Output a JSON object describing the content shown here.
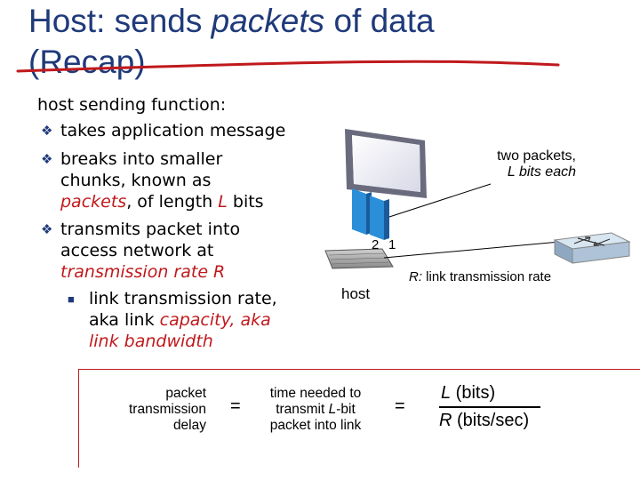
{
  "title": {
    "line1_a": "Host: sends ",
    "line1_b": "packets",
    "line1_c": " of data",
    "line2": "(Recap)"
  },
  "bullets": {
    "intro": "host sending function:",
    "b1": "takes application message",
    "b2_l1": "breaks into smaller",
    "b2_l2": "chunks, known as",
    "b2_l3a": "packets",
    "b2_l3b": ", of length ",
    "b2_l3c": "L",
    "b2_l3d": " bits",
    "b3_l1": "transmits packet into",
    "b3_l2": "access network at",
    "b3_l3": "transmission rate R",
    "sub_l1": "link transmission rate,",
    "sub_l2a": "aka link ",
    "sub_l2b": "capacity, aka",
    "sub_l3": "link bandwidth"
  },
  "diagram": {
    "packets_label_l1": "two packets,",
    "packets_label_l2": "L bits each",
    "num2": "2",
    "num1": "1",
    "host": "host",
    "rate_a": "R:",
    "rate_b": " link transmission rate"
  },
  "equation": {
    "left_l1": "packet",
    "left_l2": "transmission",
    "left_l3": "delay",
    "eq1": "=",
    "mid_l1": "time needed to",
    "mid_l2a": "transmit ",
    "mid_l2b": "L",
    "mid_l2c": "-bit",
    "mid_l3": "packet into link",
    "eq2": "=",
    "num_a": "L",
    "num_b": " (bits)",
    "den_a": "R",
    "den_b": " (bits/sec)"
  },
  "colors": {
    "title": "#1f3a7a",
    "accent_red": "#c0191c",
    "packet_blue": "#2a8fd8"
  }
}
